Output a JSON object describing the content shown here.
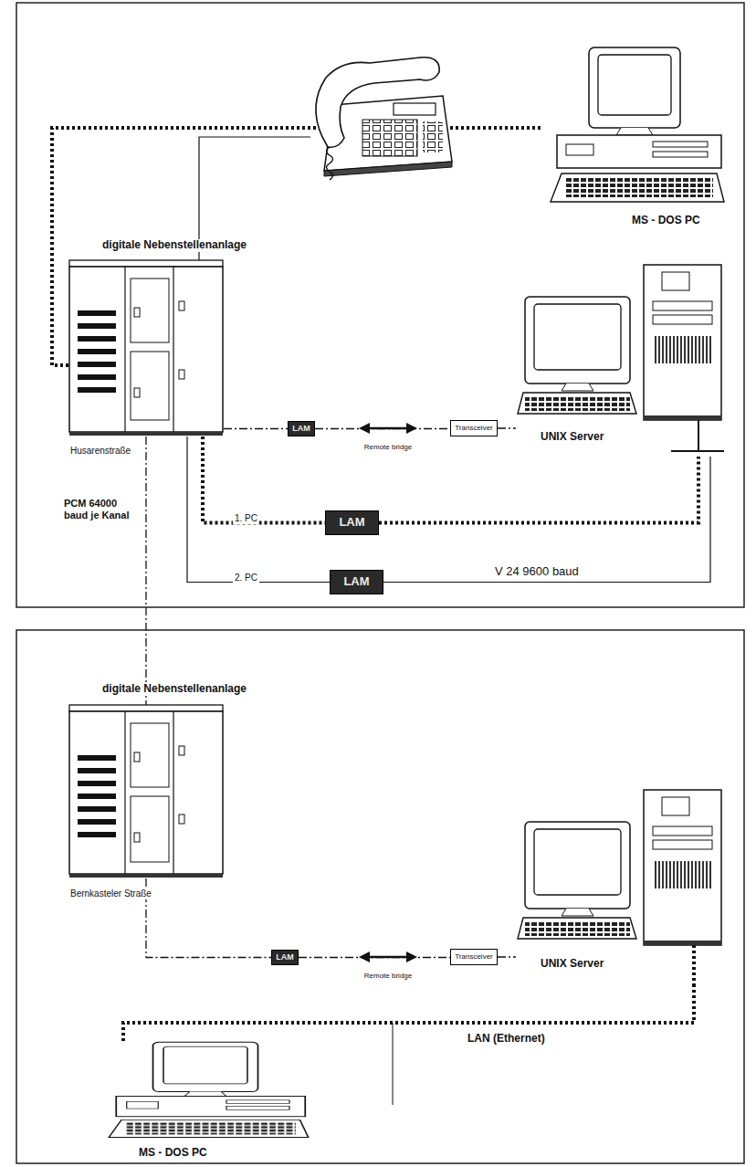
{
  "diagram": {
    "nodes": [
      {
        "text": [
          "digitale Nebenstellenanlage",
          "Husarenstraße"
        ]
      },
      {
        "text": [
          "MS - DOS PC"
        ]
      },
      {
        "text": [
          "LAM"
        ]
      },
      {
        "text": [
          "Transceiver"
        ]
      },
      {
        "text": [
          "UNIX Server"
        ]
      },
      {
        "text": [
          "LAM"
        ]
      },
      {
        "text": [
          "LAM"
        ]
      },
      {
        "text": [
          "digitale Nebenstellenanlage",
          "Bernkasteler Straße"
        ]
      },
      {
        "text": [
          "LAM"
        ]
      },
      {
        "text": [
          "Transceiver"
        ]
      },
      {
        "text": [
          "UNIX Server"
        ]
      },
      {
        "text": [
          "MS - DOS PC"
        ]
      }
    ],
    "edges": [
      {
        "from": 0,
        "to": 1,
        "arrow": "none"
      },
      {
        "from": 0,
        "to": 2,
        "arrow": "none"
      },
      {
        "from": 2,
        "to": 3,
        "label": "Remote bridge",
        "arrow": "none"
      },
      {
        "from": 3,
        "to": 4,
        "arrow": "none"
      },
      {
        "from": 0,
        "to": 5,
        "label": "1. PC",
        "arrow": "none"
      },
      {
        "from": 5,
        "to": 4,
        "arrow": "none"
      },
      {
        "from": 0,
        "to": 6,
        "label": "2. PC",
        "arrow": "none"
      },
      {
        "from": 6,
        "to": 4,
        "label": "V 24 9600 baud",
        "arrow": "none"
      },
      {
        "from": 0,
        "to": 7,
        "arrow": "none"
      },
      {
        "from": 7,
        "to": 8,
        "arrow": "none"
      },
      {
        "from": 8,
        "to": 9,
        "label": "Remote bridge",
        "arrow": "none"
      },
      {
        "from": 9,
        "to": 10,
        "arrow": "none"
      },
      {
        "from": 11,
        "to": 10,
        "label": "LAN (Ethernet)",
        "arrow": "none"
      }
    ],
    "labels": [
      "PCM 64000 baud je Kanal"
    ]
  }
}
